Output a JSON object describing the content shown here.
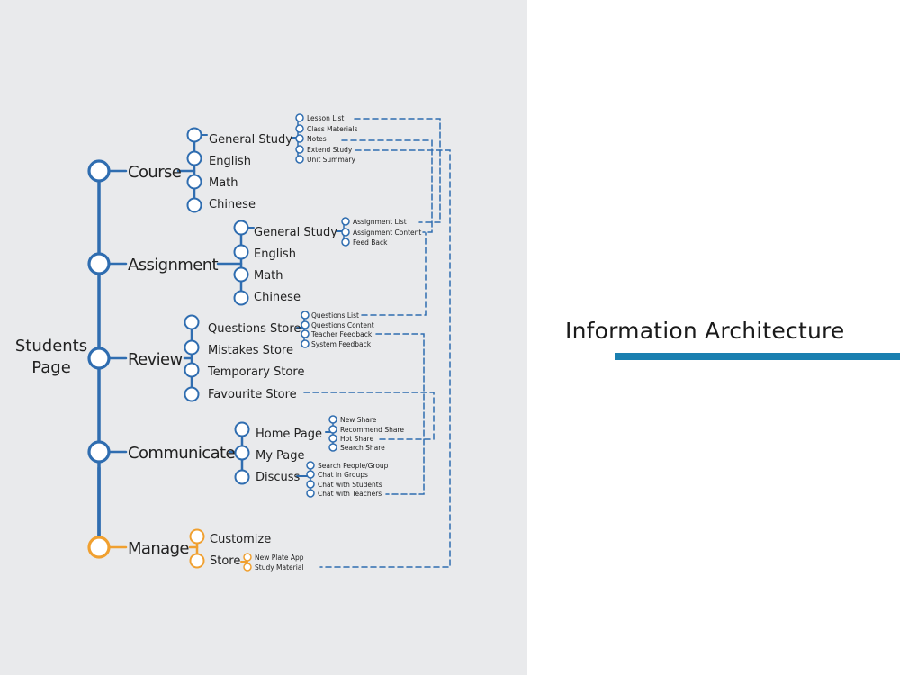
{
  "slide_title": "Information Architecture",
  "colors": {
    "primary": "#2f6db0",
    "manage": "#f0a030",
    "accent_bar": "#1a7fb0",
    "panel": "#e9eaec"
  },
  "root": {
    "line1": "Students",
    "line2": "Page"
  },
  "sections": {
    "course": {
      "label": "Course",
      "children": [
        "General Study",
        "English",
        "Math",
        "Chinese"
      ],
      "general_study_items": [
        "Lesson List",
        "Class Materials",
        "Notes",
        "Extend Study",
        "Unit Summary"
      ]
    },
    "assignment": {
      "label": "Assignment",
      "children": [
        "General Study",
        "English",
        "Math",
        "Chinese"
      ],
      "general_study_items": [
        "Assignment List",
        "Assignment Content",
        "Feed Back"
      ]
    },
    "review": {
      "label": "Review",
      "children": [
        "Questions Store",
        "Mistakes Store",
        "Temporary  Store",
        "Favourite Store"
      ],
      "questions_store_items": [
        "Questions List",
        "Questions Content",
        "Teacher Feedback",
        "System Feedback"
      ]
    },
    "communicate": {
      "label": "Communicate",
      "children": [
        "Home Page",
        "My Page",
        "Discuss"
      ],
      "home_page_items": [
        "New Share",
        "Recommend Share",
        "Hot Share",
        "Search Share"
      ],
      "discuss_items": [
        "Search People/Group",
        "Chat in Groups",
        "Chat with Students",
        "Chat with Teachers"
      ]
    },
    "manage": {
      "label": "Manage",
      "children": [
        "Customize",
        "Store"
      ],
      "store_items": [
        "New Plate App",
        "Study Material"
      ]
    }
  }
}
